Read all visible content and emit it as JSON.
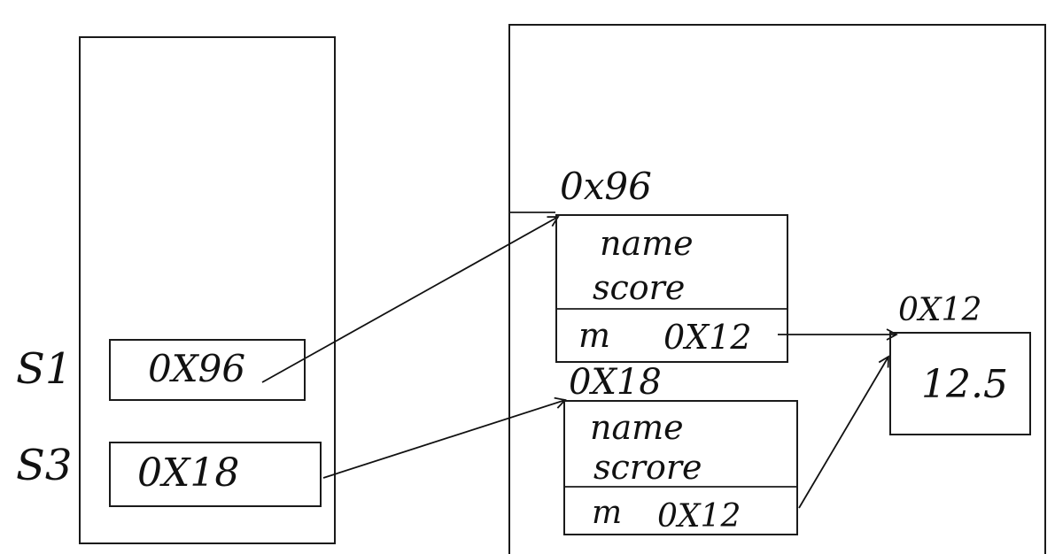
{
  "stack": {
    "vars": [
      {
        "label": "S1",
        "value": "0X96"
      },
      {
        "label": "S3",
        "value": "0X18"
      }
    ]
  },
  "heap": {
    "objects": [
      {
        "address": "0x96",
        "fields": [
          "name",
          "score"
        ],
        "member": {
          "name": "m",
          "value": "0X12"
        }
      },
      {
        "address": "0X18",
        "fields": [
          "name",
          "scrore"
        ],
        "member": {
          "name": "m",
          "value": "0X12"
        }
      }
    ],
    "value_box": {
      "address": "0X12",
      "value": "12.5"
    }
  },
  "colors": {
    "ink": "#111111",
    "watermark": "#c9c9c9"
  }
}
